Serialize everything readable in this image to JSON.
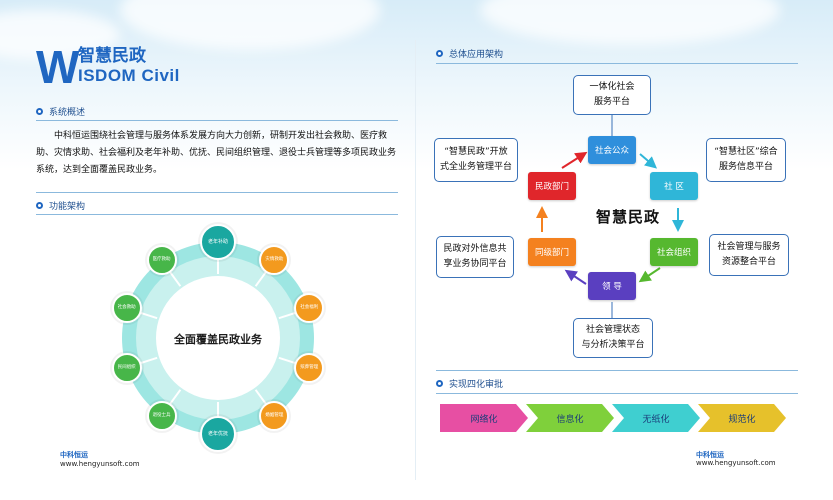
{
  "logo": {
    "initial": "W",
    "title_cn": "智慧民政",
    "title_en": "ISDOM Civil"
  },
  "left": {
    "overview_heading": "系统概述",
    "overview_text": "中科恒运围绕社会管理与服务体系发展方向大力创新，研制开发出社会救助、医疗救助、灾情求助、社会福利及老年补助、优抚、民间组织管理、退役士兵管理等多项民政业务系统，达到全面覆盖民政业务。",
    "function_heading": "功能架构",
    "ring": {
      "center": "全面覆盖民政业务",
      "nodes": [
        {
          "label": "老年补助",
          "color": "#1aa7a0"
        },
        {
          "label": "灾情救助",
          "color": "#f39a1e"
        },
        {
          "label": "社会福利",
          "color": "#f39a1e"
        },
        {
          "label": "殡葬管理",
          "color": "#f39a1e"
        },
        {
          "label": "婚姻管理",
          "color": "#f39a1e"
        },
        {
          "label": "老年优抚",
          "color": "#1aa7a0"
        },
        {
          "label": "退役士兵",
          "color": "#47b649"
        },
        {
          "label": "民间组织",
          "color": "#47b649"
        },
        {
          "label": "社会救助",
          "color": "#47b649"
        },
        {
          "label": "医疗救助",
          "color": "#47b649"
        }
      ]
    },
    "footer_cn": "中科恒运",
    "footer_url": "www.hengyunsoft.com"
  },
  "right": {
    "arch_heading": "总体应用架构",
    "hub": "智慧民政",
    "cells": [
      {
        "label": "社会公众",
        "color": "#2f8fdc"
      },
      {
        "label": "社  区",
        "color": "#2fb6d8"
      },
      {
        "label": "社会组织",
        "color": "#56b82f"
      },
      {
        "label": "领  导",
        "color": "#5a3fc0"
      },
      {
        "label": "同级部门",
        "color": "#f4811f"
      },
      {
        "label": "民政部门",
        "color": "#e0262b"
      }
    ],
    "boxes": [
      {
        "line1": "一体化社会",
        "line2": "服务平台"
      },
      {
        "line1": "“智慧社区”综合",
        "line2": "服务信息平台"
      },
      {
        "line1": "社会管理与服务",
        "line2": "资源整合平台"
      },
      {
        "line1": "社会管理状态",
        "line2": "与分析决策平台"
      },
      {
        "line1": "民政对外信息共",
        "line2": "享业务协同平台"
      },
      {
        "line1": "“智慧民政”开放",
        "line2": "式全业务管理平台"
      }
    ],
    "approval_heading": "实现四化审批",
    "approval_steps": [
      {
        "label": "网络化",
        "color": "#e74fa3"
      },
      {
        "label": "信息化",
        "color": "#7fd03b"
      },
      {
        "label": "无纸化",
        "color": "#3fcfd0"
      },
      {
        "label": "规范化",
        "color": "#e6c12b"
      }
    ],
    "footer_cn": "中科恒运",
    "footer_url": "www.hengyunsoft.com"
  }
}
